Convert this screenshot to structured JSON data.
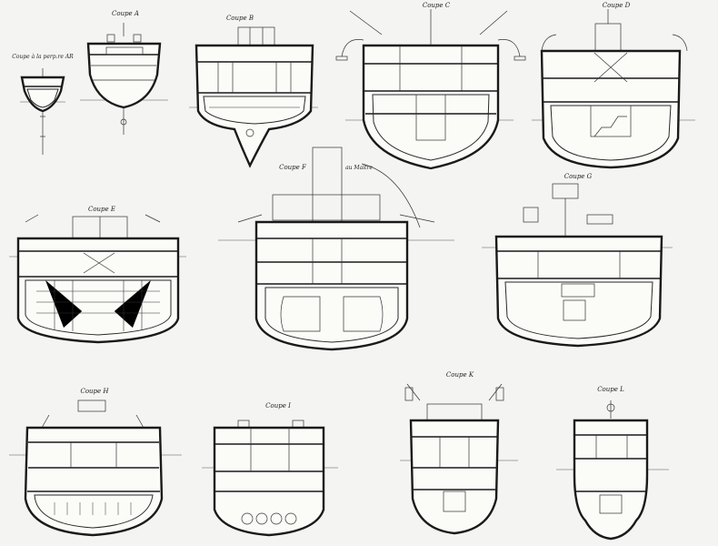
{
  "sections": [
    {
      "id": "ap",
      "label": "Coupe à la perp.re AR"
    },
    {
      "id": "A",
      "label": "Coupe A"
    },
    {
      "id": "B",
      "label": "Coupe B"
    },
    {
      "id": "C",
      "label": "Coupe C"
    },
    {
      "id": "D",
      "label": "Coupe D"
    },
    {
      "id": "E",
      "label": "Coupe E"
    },
    {
      "id": "F",
      "label": "Coupe F",
      "note": "au Maître"
    },
    {
      "id": "G",
      "label": "Coupe G"
    },
    {
      "id": "H",
      "label": "Coupe H"
    },
    {
      "id": "I",
      "label": "Coupe I"
    },
    {
      "id": "K",
      "label": "Coupe K"
    },
    {
      "id": "L",
      "label": "Coupe L"
    }
  ]
}
